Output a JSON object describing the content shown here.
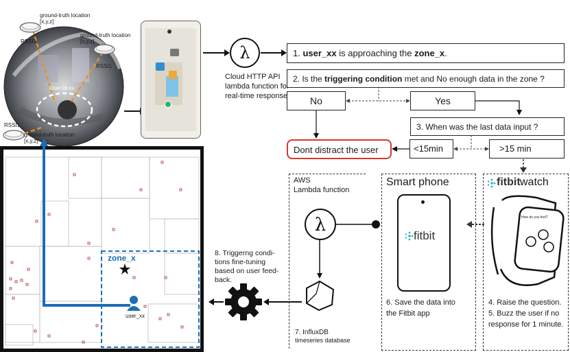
{
  "beacons": {
    "b1": {
      "label": "ground-truth location",
      "coords": "[x,y,z]"
    },
    "b2": {
      "label": "ground-truth location",
      "coords": "[x,y,z]",
      "rssi": "RSSI1"
    },
    "b3": {
      "label": "ground-truth location",
      "coords": "[x,y,z]",
      "rssi": "RSSI1"
    },
    "left_rssi": "RSSI1",
    "user_id_label": "User-id-xx"
  },
  "cloud_api": {
    "line1": "Cloud HTTP API",
    "line2": "lambda function for",
    "line3": "real-time response"
  },
  "steps": {
    "s1": {
      "prefix": "1. ",
      "user": "user_xx",
      "mid": " is approaching the ",
      "zone": "zone_x",
      "suffix": "."
    },
    "s2": {
      "prefix": "2. Is the ",
      "bold": "triggering condition",
      "suffix": " met and No enough data in the zone ?"
    },
    "no": "No",
    "yes": "Yes",
    "s3": "3. When was the last data input ?",
    "dont": "Dont distract the user",
    "lt15": "<15min",
    "gt15": ">15 min"
  },
  "aws": {
    "line1": "AWS",
    "line2": "Lambda function"
  },
  "influx": {
    "line1": "7. InfluxDB",
    "line2": "timeseries database"
  },
  "phone": {
    "title": "Smart phone",
    "app": "fitbit",
    "step6_l1": "6. Save the data into",
    "step6_l2": "the Fitbit app"
  },
  "watch": {
    "brand": "fitbit",
    "title": " watch",
    "question": "How do you feel?",
    "step4": "4. Raise the question.",
    "step5_l1": "5. Buzz the user if no",
    "step5_l2": "response for 1 minute."
  },
  "tuning": {
    "l1": "8. Triggerng condi-",
    "l2": "tions fine-tuning",
    "l3": "based on user feed-",
    "l4": "back."
  },
  "map": {
    "zone": "zone_x",
    "user": "user_xx"
  },
  "colors": {
    "blue": "#1c6db5",
    "red": "#d9362b",
    "orange": "#e8922a",
    "cyan": "#2fb3c6"
  }
}
